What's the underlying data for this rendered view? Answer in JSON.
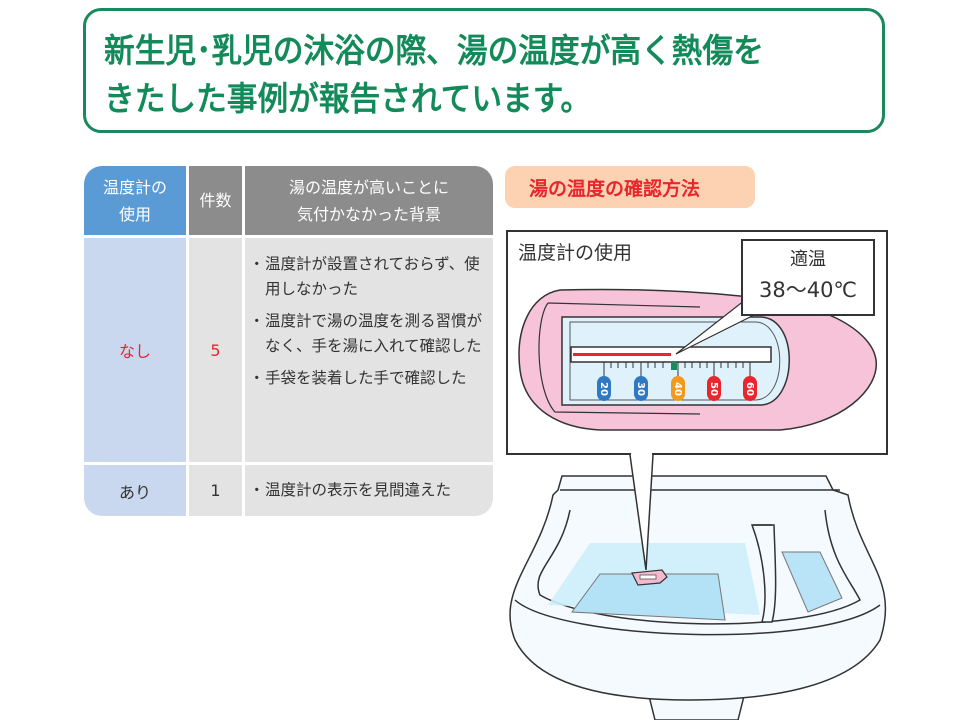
{
  "headline": {
    "line1": "新生児･乳児の沐浴の際、湯の温度が高く熱傷を",
    "line2": "きたした事例が報告されています。"
  },
  "table": {
    "headers": [
      "温度計の使用",
      "件数",
      "湯の温度が高いことに気付かなかった背景"
    ],
    "header_lines": {
      "col1": [
        "温度計の",
        "使用"
      ],
      "col2": [
        "件数"
      ],
      "col3": [
        "湯の温度が高いことに",
        "気付かなかった背景"
      ]
    },
    "rows": [
      {
        "usage": "なし",
        "count": "5",
        "reasons": [
          "温度計が設置されておらず、使用しなかった",
          "温度計で湯の温度を測る習慣がなく、手を湯に入れて確認した",
          "手袋を装着した手で確認した"
        ]
      },
      {
        "usage": "あり",
        "count": "1",
        "reasons": [
          "温度計の表示を見間違えた"
        ]
      }
    ]
  },
  "method": {
    "tag_label": "湯の温度の確認方法",
    "panel_title": "温度計の使用",
    "callout": {
      "title": "適温",
      "range": "38〜40℃"
    },
    "thermometer": {
      "scale_labels": [
        "20",
        "30",
        "40",
        "50",
        "60"
      ],
      "scale_colors": [
        "#2f78c4",
        "#2f78c4",
        "#f39a1e",
        "#e8262d",
        "#e8262d"
      ],
      "marker_color": "#1a8a5e",
      "mercury_color": "#e8262d"
    }
  },
  "colors": {
    "headline_green": "#138a5a",
    "header_blue": "#5b9bd5",
    "header_gray": "#8c8c8c",
    "row_blue": "#c9d8ef",
    "row_gray": "#e3e3e3",
    "accent_red": "#e6262d",
    "tag_peach": "#fdd2b2",
    "thermo_pink": "#f6c3d8",
    "water_blue": "#bfe5f7"
  }
}
